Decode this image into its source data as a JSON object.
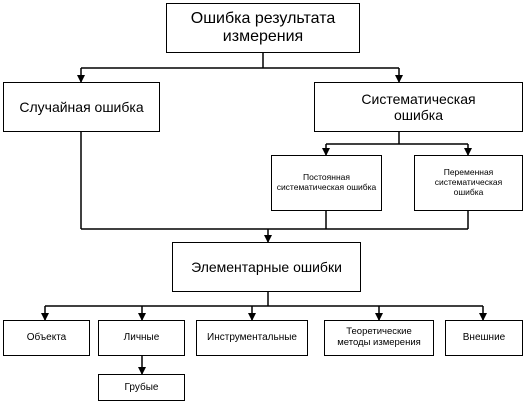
{
  "diagram": {
    "root": {
      "label": "Ошибка результата измерения"
    },
    "random": {
      "label": "Случайная ошибка"
    },
    "systematic": {
      "label": "Систематическая ошибка"
    },
    "constant": {
      "label": "Постоянная систематическая ошибка"
    },
    "variable": {
      "label": "Переменная систематическая ошибка"
    },
    "elementary": {
      "label": "Элементарные ошибки"
    },
    "object": {
      "label": "Объекта"
    },
    "personal": {
      "label": "Личные"
    },
    "instrumental": {
      "label": "Инструментальные"
    },
    "theoretical": {
      "label": "Теоретические методы измерения"
    },
    "external": {
      "label": "Внешние"
    },
    "gross": {
      "label": "Грубые"
    }
  }
}
